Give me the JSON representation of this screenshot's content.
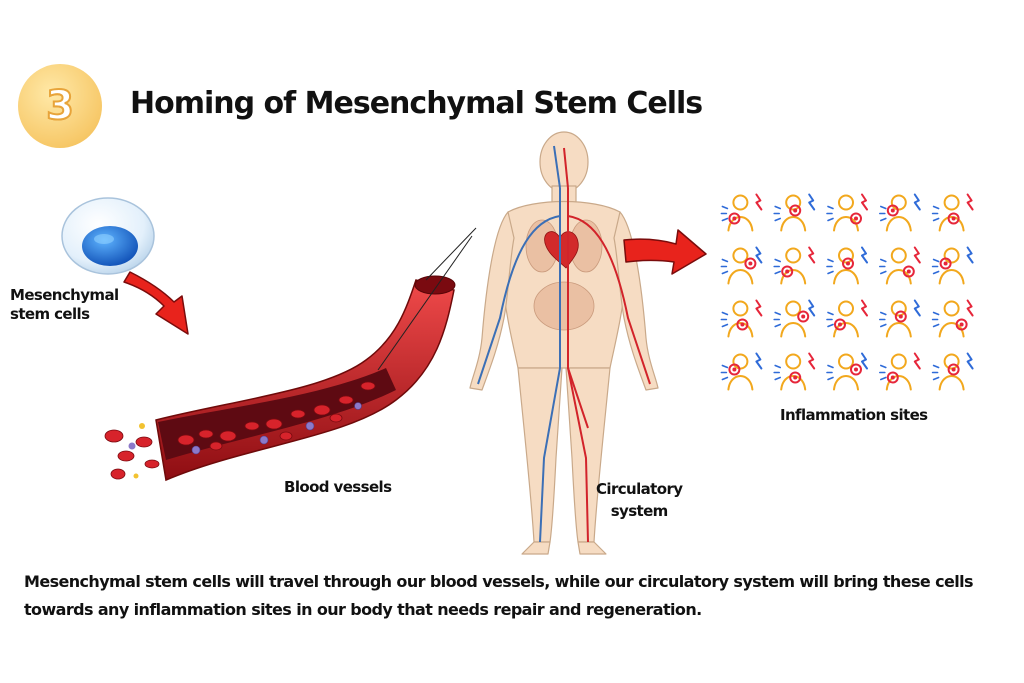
{
  "step_number": "3",
  "title": "Homing of Mesenchymal Stem Cells",
  "labels": {
    "stem_cells": "Mesenchymal\nstem cells",
    "blood_vessels": "Blood vessels",
    "circulatory": "Circulatory\nsystem",
    "inflammation": "Inflammation sites"
  },
  "caption": "Mesenchymal stem cells will travel through our blood vessels, while our circulatory system will bring these cells towards any inflammation sites in our body that needs repair and regeneration.",
  "colors": {
    "badge": "#f7c96a",
    "arrow_red": "#e8231c",
    "vessel_red": "#c4161c",
    "body_skin": "#f6dcc3",
    "vein_blue": "#3b6fb6",
    "icon_yellow": "#f2a81d",
    "icon_red": "#e6263a",
    "icon_blue": "#2f6bd8"
  },
  "icons": [
    "head-pain-icon",
    "tooth-pain-icon",
    "nose-pain-icon",
    "ear-pain-icon",
    "eye-pain-icon",
    "body-ache-icon",
    "stomach-pain-icon",
    "leg-pain-icon",
    "back-pain-icon",
    "knee-ache-icon",
    "shoulder-pain-icon",
    "spine-pain-icon",
    "arm-pain-icon",
    "neck-pain-icon",
    "elbow-pain-icon",
    "wrist-pain-icon",
    "hand-pain-icon",
    "foot-pain-icon",
    "pelvic-pain-icon",
    "knee-joint-icon"
  ]
}
